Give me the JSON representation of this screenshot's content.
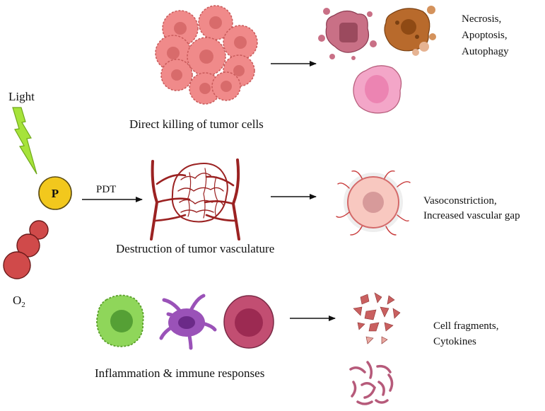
{
  "left_panel": {
    "light_label": "Light",
    "photosensitizer_label": "P",
    "oxygen_label": "O",
    "oxygen_subscript": "2",
    "pdt_label": "PDT"
  },
  "rows": {
    "direct_killing": {
      "caption": "Direct killing of tumor cells",
      "outcome_lines": [
        "Necrosis,",
        "Apoptosis,",
        "Autophagy"
      ]
    },
    "vasculature": {
      "caption": "Destruction of tumor vasculature",
      "outcome_lines": [
        "Vasoconstriction,",
        "Increased vascular gap"
      ]
    },
    "immune": {
      "caption": "Inflammation & immune responses",
      "outcome_lines": [
        "Cell fragments,",
        "Cytokines"
      ]
    }
  },
  "colors": {
    "lightning": "#a6e33a",
    "photosensitizer": "#f2c81d",
    "oxygen": "#d04a4a",
    "tumor_cells": "#f08a8a",
    "vessels": "#9b2222",
    "macrophage": "#8fd65a",
    "dendritic_cell": "#9a52b8",
    "immune_cell": "#c24e72",
    "necrotic_cell": "#c97086",
    "apoptotic_cell": "#b86a2c",
    "autophagic_cell": "#f3a6c8",
    "cell_fragments": "#c96060",
    "cytokines": "#b65a7a"
  }
}
